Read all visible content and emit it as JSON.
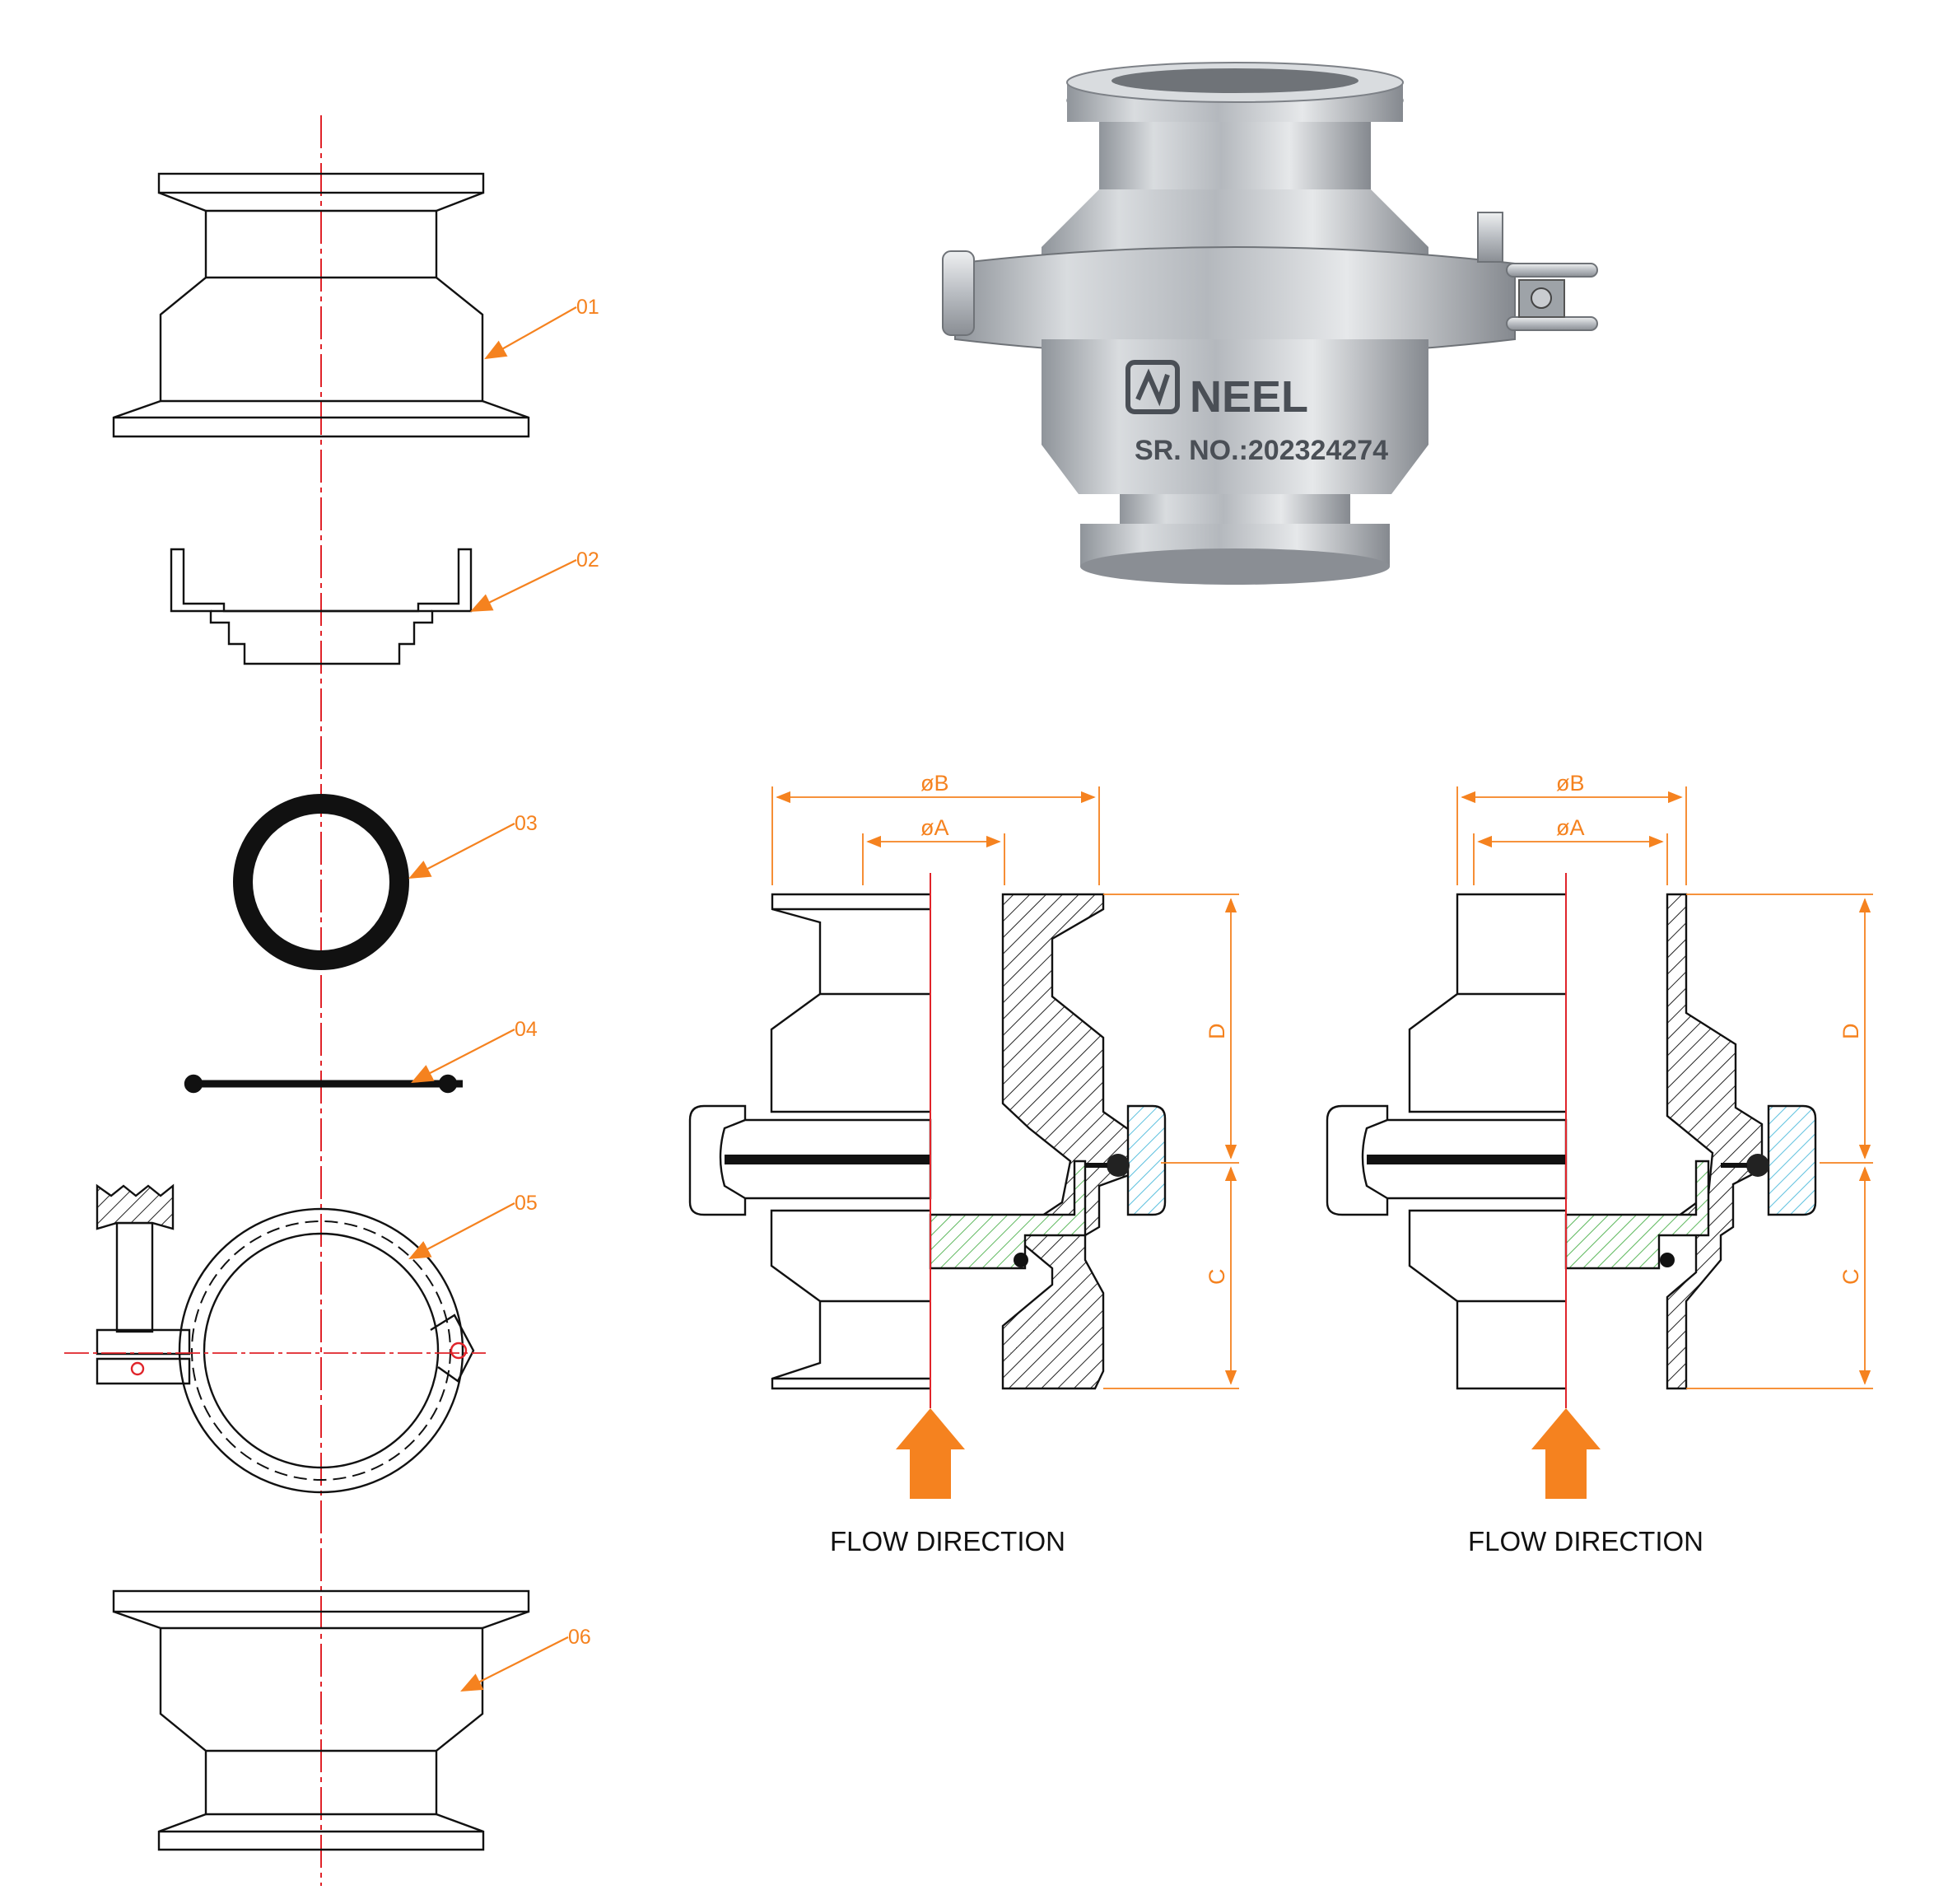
{
  "colors": {
    "line": "#111111",
    "centerline": "#e0242a",
    "callout": "#f5821f",
    "dimension": "#f5821f",
    "flow_arrow": "#f5821f",
    "seat_hatch": "#5cb85c",
    "clamp_hatch": "#5bc0de",
    "body_steel": "#c9ccd0"
  },
  "callouts": [
    "01",
    "02",
    "03",
    "04",
    "05",
    "06"
  ],
  "photo": {
    "brand": "NEEL",
    "serial": "SR. NO.:202324274",
    "icons": [
      "neel-logo-icon",
      "wing-nut-icon",
      "hinge-pin-icon"
    ]
  },
  "sections": [
    {
      "dims": {
        "outer_dia": "øB",
        "inner_dia": "øA",
        "upper_len": "D",
        "lower_len": "C"
      },
      "flow_label": "FLOW DIRECTION"
    },
    {
      "dims": {
        "outer_dia": "øB",
        "inner_dia": "øA",
        "upper_len": "D",
        "lower_len": "C"
      },
      "flow_label": "FLOW DIRECTION"
    }
  ]
}
